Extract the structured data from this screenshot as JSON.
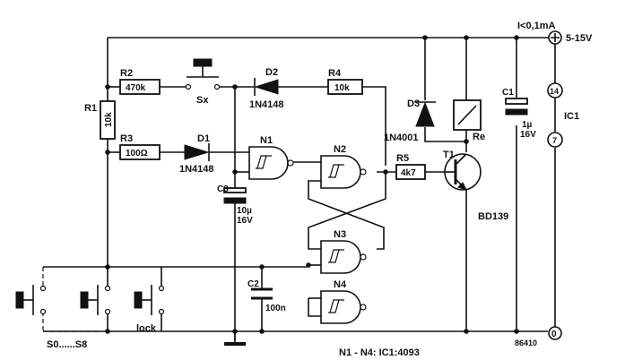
{
  "supply": {
    "current": "I<0,1mA",
    "voltage": "5-15V"
  },
  "resistors": {
    "r1": "R1",
    "r1_value": "10k",
    "r2": "R2",
    "r2_value": "470k",
    "r3": "R3",
    "r3_value": "100Ω",
    "r4": "R4",
    "r4_value": "10k",
    "r5": "R5",
    "r5_value": "4k7"
  },
  "diodes": {
    "d1": "D1",
    "d1_type": "1N4148",
    "d2": "D2",
    "d2_type": "1N4148",
    "d3": "D3",
    "d3_type": "1N4001"
  },
  "gates": {
    "n1": "N1",
    "n2": "N2",
    "n3": "N3",
    "n4": "N4"
  },
  "capacitors": {
    "c1": "C1",
    "c1_value": "1µ",
    "c1_voltage": "16V",
    "c2": "C2",
    "c2_value": "100n",
    "c3": "C3",
    "c3_value": "10µ",
    "c3_voltage": "16V"
  },
  "transistor": {
    "name": "T1",
    "type": "BD139"
  },
  "relay": {
    "label": "Re"
  },
  "switches": {
    "sx": "Sx",
    "range": "S0......S8",
    "lock": "lock"
  },
  "ic": {
    "name": "IC1",
    "pin_vcc": "14",
    "pin_gnd": "7",
    "ground_node": "0"
  },
  "footer": {
    "gates_note": "N1 - N4: IC1:4093",
    "figure_number": "86410"
  }
}
